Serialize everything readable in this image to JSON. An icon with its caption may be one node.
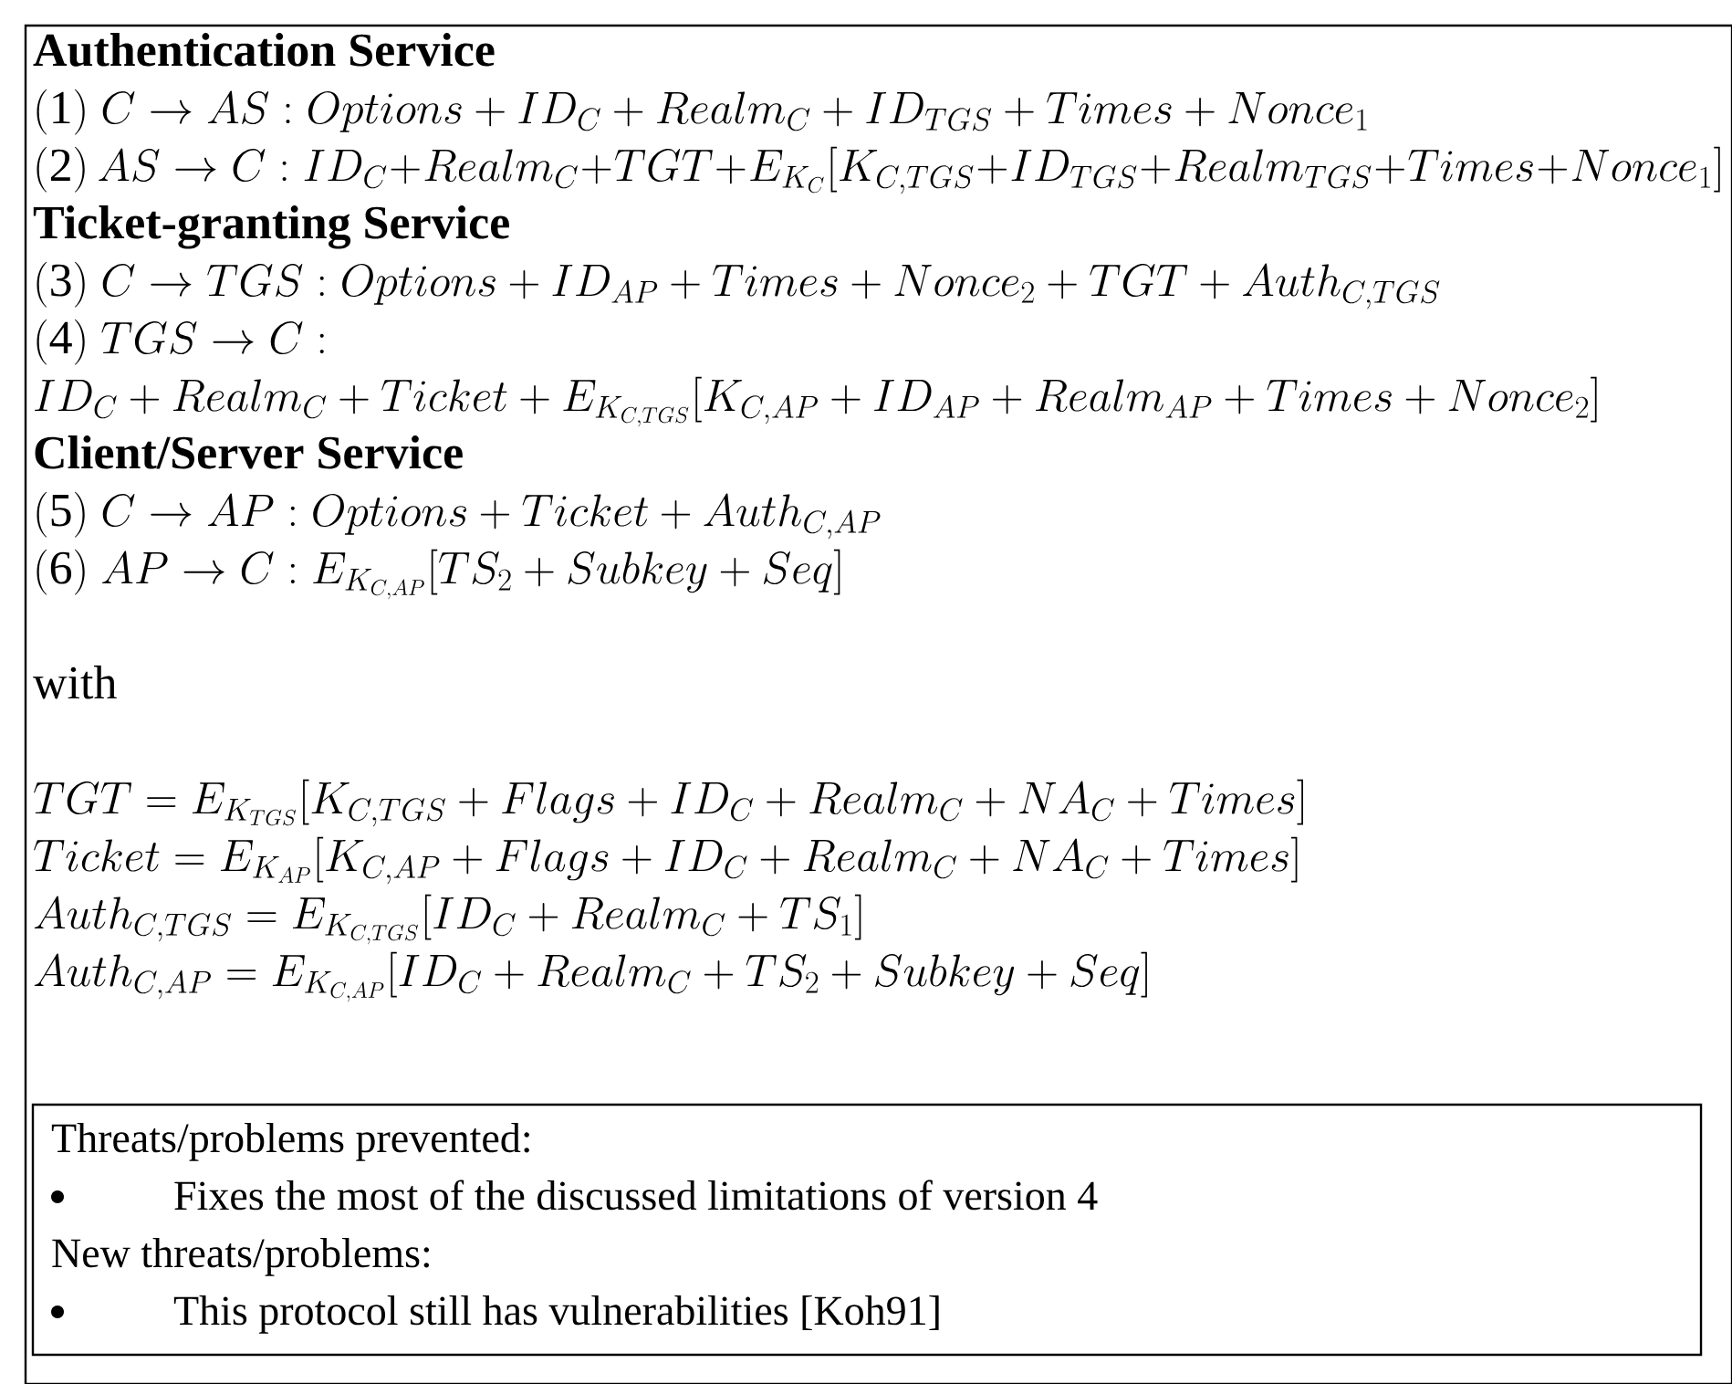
{
  "diagram": {
    "nodes": [
      {
        "text": [
          "Authentication Service",
          "\\mathrm{(1)}\\ C \\rightarrow AS : Options + ID_C + Realm_C + ID_{TGS} + Times + Nonce_1",
          "\\mathrm{(2)}\\ AS \\rightarrow C : ID_C + Realm_C + TGT + E_{K_C}[K_{C,TGS} + ID_{TGS} + Realm_{TGS} + Times + Nonce_1]",
          "Ticket-granting Service",
          "\\mathrm{(3)}\\ C \\rightarrow TGS : Options + ID_{AP} + Times + Nonce_2 + TGT + Auth_{C,TGS}",
          "\\mathrm{(4)}\\ TGS \\rightarrow C : ID_C + Realm_C + Ticket + E_{K_{C,TGS}}[K_{C,AP} + ID_{AP} + Realm_{AP} + Times + Nonce_2]",
          "Client/Server Service",
          "\\mathrm{(5)}\\ C \\rightarrow AP : Options + Ticket + Auth_{C,AP}",
          "\\mathrm{(6)}\\ AP \\rightarrow C : E_{K_{C,AP}}[TS_2 + Subkey + Seq]",
          "with",
          "TGT = E_{K_{TGS}}[K_{C,TGS} + Flags + ID_C + Realm_C + NA_C + Times]",
          "Ticket = E_{K_{AP}}[K_{C,AP} + Flags + ID_C + Realm_C + NA_C + Times]",
          "Auth_{C,TGS} = E_{K_{C,TGS}}[ID_C + Realm_C + TS_1]",
          "Auth_{C,AP} = E_{K_{C,AP}}[ID_C + Realm_C + TS_2 + Subkey + Seq]"
        ]
      },
      {
        "text": [
          "Threats/problems prevented:",
          "Fixes the most of the discussed limitations of version 4",
          "New threats/problems:",
          "This protocol still has vulnerabilities [Koh91]"
        ],
        "in": 0
      }
    ]
  }
}
